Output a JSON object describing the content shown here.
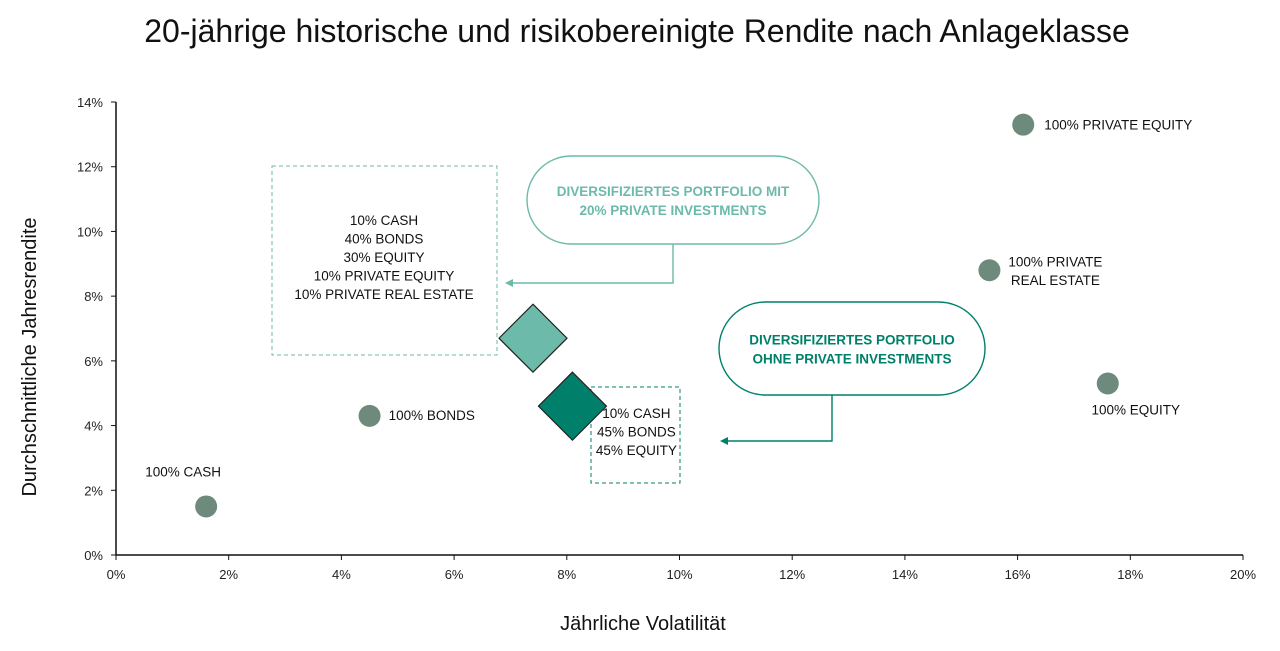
{
  "chart_data": {
    "type": "scatter",
    "title": "20-jährige historische und risikobereinigte Rendite nach Anlageklasse",
    "xlabel": "Jährliche Volatilität",
    "ylabel": "Durchschnittliche Jahresrendite",
    "xlim": [
      0,
      20
    ],
    "ylim": [
      0,
      14
    ],
    "xticks": [
      "0%",
      "2%",
      "4%",
      "6%",
      "8%",
      "10%",
      "12%",
      "14%",
      "16%",
      "18%",
      "20%"
    ],
    "yticks": [
      "0%",
      "2%",
      "4%",
      "6%",
      "8%",
      "10%",
      "12%",
      "14%"
    ],
    "grid": false,
    "points": [
      {
        "name": "cash",
        "label": [
          "100% CASH"
        ],
        "x": 1.6,
        "y": 1.5,
        "marker": "circle",
        "color": "#6e8a7c"
      },
      {
        "name": "bonds",
        "label": [
          "100% BONDS"
        ],
        "x": 4.5,
        "y": 4.3,
        "marker": "circle",
        "color": "#6e8a7c"
      },
      {
        "name": "private-equity",
        "label": [
          "100% PRIVATE EQUITY"
        ],
        "x": 16.1,
        "y": 13.3,
        "marker": "circle",
        "color": "#6e8a7c"
      },
      {
        "name": "private-real-estate",
        "label": [
          "100% PRIVATE",
          "REAL ESTATE"
        ],
        "x": 15.5,
        "y": 8.8,
        "marker": "circle",
        "color": "#6e8a7c"
      },
      {
        "name": "equity",
        "label": [
          "100% EQUITY"
        ],
        "x": 17.6,
        "y": 5.3,
        "marker": "circle",
        "color": "#6e8a7c"
      },
      {
        "name": "portfolio-with-private",
        "label": [
          "10% CASH",
          "40% BONDS",
          "30% EQUITY",
          "10% PRIVATE EQUITY",
          "10% PRIVATE REAL ESTATE"
        ],
        "x": 7.4,
        "y": 6.7,
        "marker": "diamond",
        "color": "#6cbaa9"
      },
      {
        "name": "portfolio-without-private",
        "label": [
          "10% CASH",
          "45% BONDS",
          "45% EQUITY"
        ],
        "x": 8.1,
        "y": 4.6,
        "marker": "diamond",
        "color": "#00806a"
      }
    ],
    "callouts": [
      {
        "name": "callout-with-private",
        "lines": [
          "DIVERSIFIZIERTES PORTFOLIO MIT",
          "20% PRIVATE INVESTMENTS"
        ],
        "color": "#6cbaa9"
      },
      {
        "name": "callout-without-private",
        "lines": [
          "DIVERSIFIZIERTES PORTFOLIO",
          "OHNE PRIVATE INVESTMENTS"
        ],
        "color": "#00806a"
      }
    ]
  }
}
